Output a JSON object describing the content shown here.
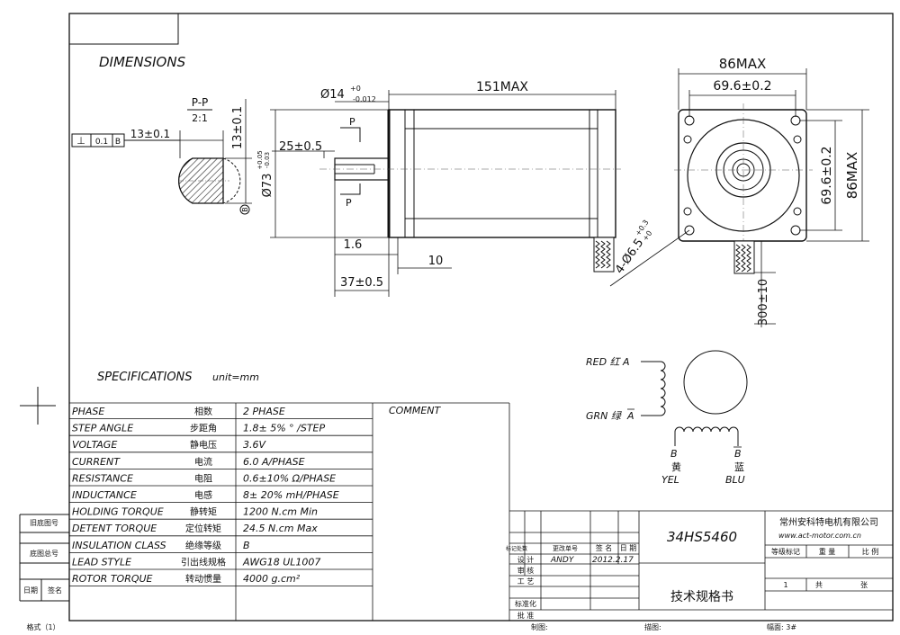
{
  "headings": {
    "dimensions": "DIMENSIONS",
    "specifications": "SPECIFICATIONS",
    "unit": "unit=mm"
  },
  "dims": {
    "section_view": "P-P",
    "section_scale": "2:1",
    "tolerance_symbol": "⊥",
    "tolerance_value": "0.1",
    "datum": "B",
    "key_13": "13±0.1",
    "key_13v": "13±0.1",
    "datum_marker": "B",
    "shaft_dia": "Ø14",
    "shaft_tol_upper": "+0",
    "shaft_tol_lower": "-0.012",
    "length_151": "151MAX",
    "cut_p": "P",
    "flat_25": "25±0.5",
    "pilot_dia": "Ø73",
    "pilot_tol_upper": "+0.05",
    "pilot_tol_lower": "-0.03",
    "dim_1_6": "1.6",
    "dim_10": "10",
    "dim_37": "37±0.5",
    "width_86": "86MAX",
    "width_69": "69.6±0.2",
    "height_69": "69.6±0.2",
    "height_86": "86MAX",
    "holes": "4-Ø6.5",
    "holes_tol_upper": "+0.3",
    "holes_tol_lower": "+0",
    "lead_300": "300±10"
  },
  "wiring": {
    "red": "RED 红 A",
    "grn": "GRN 绿",
    "grn_phase": "A",
    "b_left": "B",
    "b_right": "B",
    "yel_cn": "黄",
    "yel": "YEL",
    "blu_cn": "蓝",
    "blu": "BLU"
  },
  "specs": {
    "comment_header": "COMMENT",
    "rows": [
      {
        "en": "PHASE",
        "cn": "相数",
        "value": "2  PHASE"
      },
      {
        "en": "STEP ANGLE",
        "cn": "步距角",
        "value": "1.8± 5% ° /STEP"
      },
      {
        "en": "VOLTAGE",
        "cn": "静电压",
        "value": "3.6V"
      },
      {
        "en": "CURRENT",
        "cn": "电流",
        "value": "6.0 A/PHASE"
      },
      {
        "en": "RESISTANCE",
        "cn": "电阻",
        "value": "0.6±10%  Ω/PHASE"
      },
      {
        "en": "INDUCTANCE",
        "cn": "电感",
        "value": "8± 20% mH/PHASE"
      },
      {
        "en": "HOLDING TORQUE",
        "cn": "静转矩",
        "value": "1200  N.cm Min"
      },
      {
        "en": "DETENT TORQUE",
        "cn": "定位转矩",
        "value": "24.5 N.cm Max"
      },
      {
        "en": "INSULATION CLASS",
        "cn": "绝缘等级",
        "value": "B"
      },
      {
        "en": "LEAD STYLE",
        "cn": "引出线规格",
        "value": "AWG18 UL1007"
      },
      {
        "en": "ROTOR TORQUE",
        "cn": "转动惯量",
        "value": "4000 g.cm²"
      }
    ]
  },
  "side_labels": {
    "old_drawing": "旧底图号",
    "base_drawing": "底图总号",
    "date": "日期",
    "signature": "签名",
    "format": "格式（1）"
  },
  "title_block": {
    "model": "34HS5460",
    "company": "常州安科特电机有限公司",
    "website": "www.act-motor.com.cn",
    "doc_title": "技术规格书",
    "mark_count": "标记处数",
    "change_no": "更改单号",
    "sign": "签 名",
    "date": "日 期",
    "design": "设  计",
    "designer": "ANDY",
    "design_date": "2012.2.17",
    "review": "审  核",
    "process": "工  艺",
    "standard": "标准化",
    "approve": "批  准",
    "stage_mark": "等级标记",
    "weight": "重  量",
    "scale": "比  例",
    "sheet_no": "1",
    "total": "共",
    "sheets": "张",
    "drawn": "制图:",
    "traced": "描图:",
    "page_no": "幅面: 3#"
  }
}
